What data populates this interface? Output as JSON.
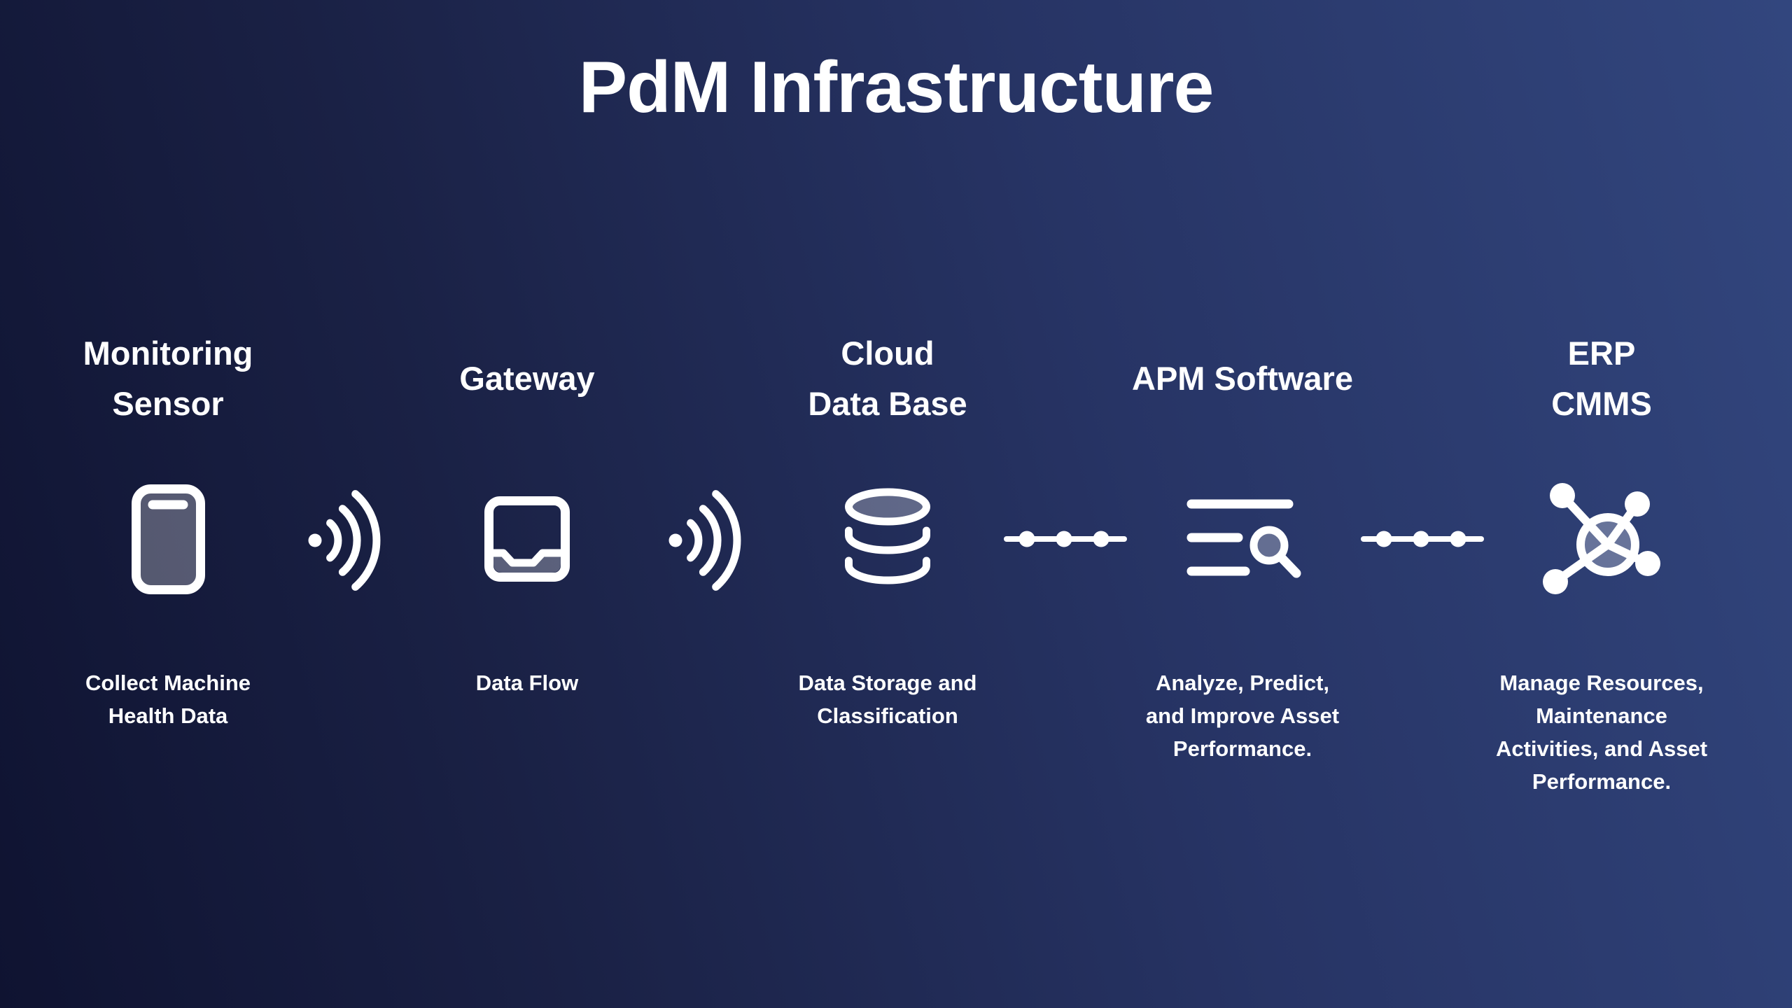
{
  "title": "PdM Infrastructure",
  "colors": {
    "bg_1": "#0f1331",
    "bg_2": "#1a2145",
    "bg_3": "#273465",
    "bg_4": "#32467e",
    "text": "#ffffff",
    "icon": "#ffffff"
  },
  "columns": [
    {
      "id": "monitoring-sensor",
      "icon": "sensor-icon",
      "title_lines": [
        "Monitoring",
        "Sensor"
      ],
      "description_lines": [
        "Collect Machine",
        "Health Data"
      ]
    },
    {
      "id": "gateway",
      "icon": "gateway-icon",
      "title_lines": [
        "Gateway"
      ],
      "description_lines": [
        "Data Flow"
      ]
    },
    {
      "id": "cloud-database",
      "icon": "database-icon",
      "title_lines": [
        "Cloud",
        "Data Base"
      ],
      "description_lines": [
        "Data Storage and",
        "Classification"
      ]
    },
    {
      "id": "apm-software",
      "icon": "search-list-icon",
      "title_lines": [
        "APM Software"
      ],
      "description_lines": [
        "Analyze, Predict,",
        "and Improve Asset",
        "Performance."
      ]
    },
    {
      "id": "erp-cmms",
      "icon": "network-hub-icon",
      "title_lines": [
        "ERP",
        "CMMS"
      ],
      "description_lines": [
        "Manage Resources,",
        "Maintenance",
        "Activities, and Asset",
        "Performance."
      ]
    }
  ],
  "connectors": [
    {
      "id": "sensor-to-gateway",
      "icon": "wireless-signal-icon"
    },
    {
      "id": "gateway-to-cloud",
      "icon": "wireless-signal-icon"
    },
    {
      "id": "cloud-to-apm",
      "icon": "data-flow-line-icon"
    },
    {
      "id": "apm-to-erp",
      "icon": "data-flow-line-icon"
    }
  ]
}
